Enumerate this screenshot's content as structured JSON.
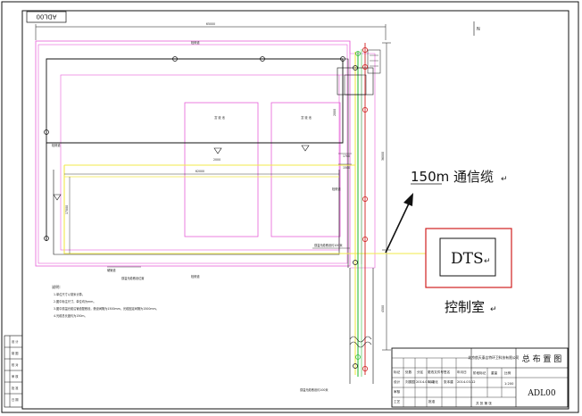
{
  "drawing": {
    "stamp": "ADL00",
    "north_mark": "N",
    "overall_length": "65000",
    "overall_width": "36000",
    "building_a_label": "富 液 池",
    "building_b_label": "富 液 池",
    "side_dim_1": "2000",
    "side_dim_2": "1700",
    "side_dim_3": "1500",
    "inner_length": "62000",
    "inner_height": "17000",
    "center_dim": "2000",
    "lower_dim": "4500",
    "label_top_road": "检修道",
    "label_left_road": "检修道",
    "label_right_road": "检修道",
    "label_bottom_left": "硬管道",
    "label_cable_route": "感温光缆敷设位置",
    "label_bottom_mid": "检修道",
    "label_cable_length_1": "感温光缆敷设约100米",
    "label_cable_length_2": "感温光缆敷设约100米",
    "notes_title": "说明:",
    "notes": [
      "1.单位尺寸以毫米计算。",
      "2.图中标注尺寸，单位均为mm。",
      "3.图中感温光缆沿管道壁敷设，敷设间隔为1500mm，光缆固定间隔为1500mm。",
      "4.光缆总长度约为150m。"
    ]
  },
  "annotation": {
    "cable_label": "150m 通信缆",
    "dts_label": "DTS",
    "control_room_label": "控制室",
    "return_glyph": "↵"
  },
  "title_block": {
    "company": "北京航天泰吉特环卫科技有限公司",
    "drawing_title": "总 布 置 图",
    "drawing_number": "ADL00",
    "scale": "1:200",
    "left_column": [
      "设 计",
      "制 图",
      "校 对",
      "审 核",
      "批 准",
      "日 期"
    ],
    "rows": [
      [
        "标记",
        "处数",
        "分区",
        "更改文件号",
        "签名",
        "年月日"
      ],
      [
        "设计",
        "刘振国",
        "2014.03.12",
        "标准化",
        "张本建",
        "2014.03.12"
      ],
      [
        "审核",
        "",
        "",
        "",
        "",
        ""
      ],
      [
        "工艺",
        "",
        "",
        "批准",
        "",
        ""
      ]
    ],
    "stage_headers": [
      "阶段标记",
      "重量",
      "比例"
    ],
    "sheet_info": "共  张  第  张"
  }
}
